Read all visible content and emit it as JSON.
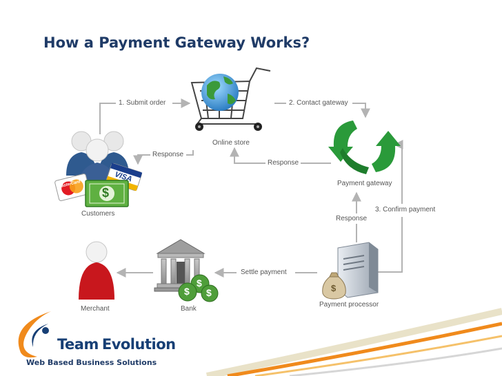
{
  "title": "How a Payment Gateway Works?",
  "nodes": {
    "online_store": "Online store",
    "customers": "Customers",
    "payment_gateway": "Payment gateway",
    "payment_processor": "Payment processor",
    "bank": "Bank",
    "merchant": "Merchant"
  },
  "flows": {
    "submit_order": "1. Submit order",
    "contact_gateway": "2. Contact gateway",
    "response_store_customer": "Response",
    "response_gateway_store": "Response",
    "confirm_payment": "3. Confirm payment",
    "response_processor_gateway": "Response",
    "settle_payment": "Settle payment"
  },
  "card_labels": {
    "mastercard": "MasterCard",
    "visa": "VISA"
  },
  "currency_symbol": "$",
  "logo": {
    "name_part1": "Team",
    "name_part2": "Evolution",
    "tagline": "Web Based Business Solutions"
  },
  "colors": {
    "title": "#1f3b67",
    "arrow": "#b3b3b3",
    "money_green": "#3f9a2e",
    "gateway_green": "#2a9a3a",
    "merchant_red": "#c8171d",
    "customer_blue": "#3a5f95",
    "logo_orange": "#f08a1c",
    "logo_blue": "#173f75"
  }
}
